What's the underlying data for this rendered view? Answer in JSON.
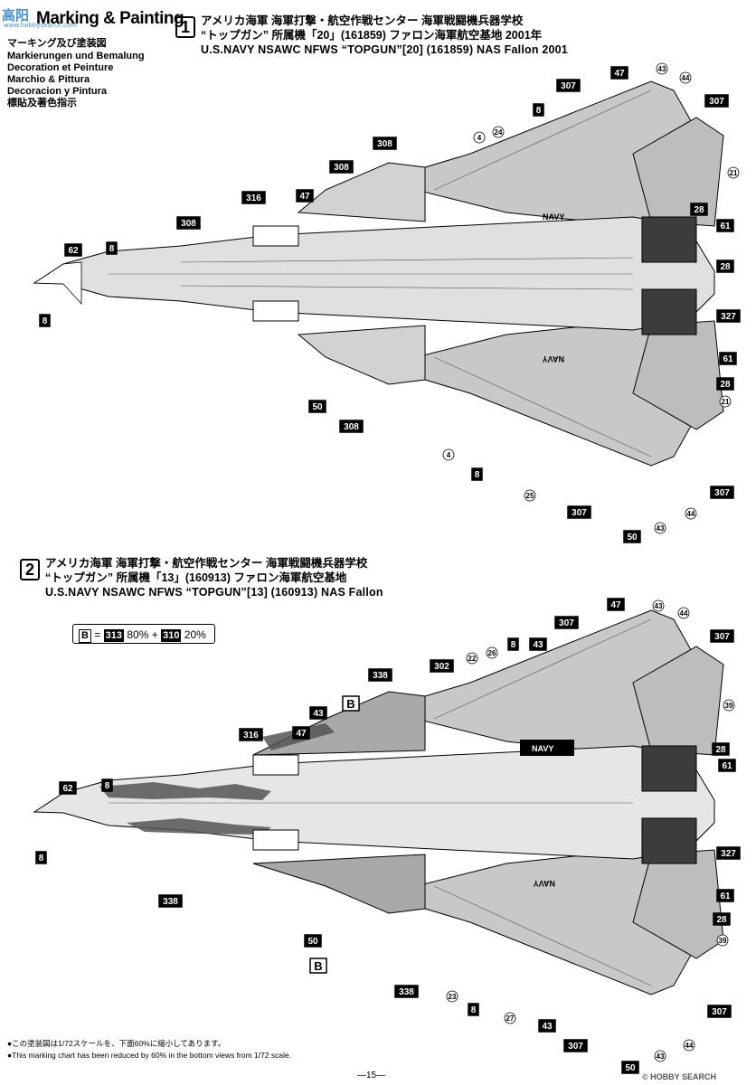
{
  "watermark": {
    "top": "高阳",
    "sub": "www.hobbysearch.com"
  },
  "page_title": "Marking & Painting",
  "subtitles": [
    "マーキング及び塗装図",
    "Markierungen und Bemalung",
    "Decoration et Peinture",
    "Marchio & Pittura",
    "Decoracion y Pintura",
    "標貼及著色指示"
  ],
  "scheme1": {
    "number": "1",
    "jp_line1": "アメリカ海軍 海軍打撃・航空作戦センター 海軍戦闘機兵器学校",
    "jp_line2": "“トップガン” 所属機「20」(161859) ファロン海軍航空基地 2001年",
    "en_line": "U.S.NAVY NSAWC NFWS “TOPGUN”[20] (161859) NAS Fallon 2001",
    "labels": [
      {
        "t": "47",
        "box": true
      },
      {
        "t": "43"
      },
      {
        "t": "44"
      },
      {
        "t": "307",
        "box": true
      },
      {
        "t": "8",
        "box": true
      },
      {
        "t": "307",
        "box": true
      },
      {
        "t": "24"
      },
      {
        "t": "4"
      },
      {
        "t": "308",
        "box": true
      },
      {
        "t": "308",
        "box": true
      },
      {
        "t": "21"
      },
      {
        "t": "47",
        "box": true
      },
      {
        "t": "316",
        "box": true
      },
      {
        "t": "28",
        "box": true
      },
      {
        "t": "61",
        "box": true
      },
      {
        "t": "308",
        "box": true
      },
      {
        "t": "62",
        "box": true
      },
      {
        "t": "8",
        "box": true
      },
      {
        "t": "28",
        "box": true
      },
      {
        "t": "8",
        "box": true
      },
      {
        "t": "327",
        "box": true
      },
      {
        "t": "61",
        "box": true
      },
      {
        "t": "28",
        "box": true
      },
      {
        "t": "21"
      },
      {
        "t": "50",
        "box": true
      },
      {
        "t": "308",
        "box": true
      },
      {
        "t": "4"
      },
      {
        "t": "8",
        "box": true
      },
      {
        "t": "25"
      },
      {
        "t": "307",
        "box": true
      },
      {
        "t": "307",
        "box": true
      },
      {
        "t": "44"
      },
      {
        "t": "43"
      },
      {
        "t": "50",
        "box": true
      }
    ],
    "navy_text": "NAVY"
  },
  "scheme2": {
    "number": "2",
    "jp_line1": "アメリカ海軍 海軍打撃・航空作戦センター 海軍戦闘機兵器学校",
    "jp_line2": "“トップガン” 所属機「13」(160913) ファロン海軍航空基地",
    "en_line": "U.S.NAVY NSAWC NFWS “TOPGUN”[13] (160913) NAS Fallon",
    "formula": {
      "letter": "B",
      "eq": "=",
      "c1": "313",
      "p1": "80%",
      "plus": "+",
      "c2": "310",
      "p2": "20%"
    },
    "labels": [
      {
        "t": "47",
        "box": true
      },
      {
        "t": "43"
      },
      {
        "t": "44"
      },
      {
        "t": "307",
        "box": true
      },
      {
        "t": "307",
        "box": true
      },
      {
        "t": "8",
        "box": true
      },
      {
        "t": "43",
        "box": true
      },
      {
        "t": "302",
        "box": true
      },
      {
        "t": "22"
      },
      {
        "t": "26"
      },
      {
        "t": "338",
        "box": true
      },
      {
        "t": "B",
        "box": true,
        "big": true
      },
      {
        "t": "43",
        "box": true
      },
      {
        "t": "39"
      },
      {
        "t": "316",
        "box": true
      },
      {
        "t": "47",
        "box": true
      },
      {
        "t": "28",
        "box": true
      },
      {
        "t": "61",
        "box": true
      },
      {
        "t": "62",
        "box": true
      },
      {
        "t": "8",
        "box": true
      },
      {
        "t": "8",
        "box": true
      },
      {
        "t": "327",
        "box": true
      },
      {
        "t": "338",
        "box": true
      },
      {
        "t": "61",
        "box": true
      },
      {
        "t": "28",
        "box": true
      },
      {
        "t": "39"
      },
      {
        "t": "50",
        "box": true
      },
      {
        "t": "B",
        "box": true,
        "big": true
      },
      {
        "t": "338",
        "box": true
      },
      {
        "t": "23"
      },
      {
        "t": "8",
        "box": true
      },
      {
        "t": "27"
      },
      {
        "t": "43",
        "box": true
      },
      {
        "t": "307",
        "box": true
      },
      {
        "t": "307",
        "box": true
      },
      {
        "t": "44"
      },
      {
        "t": "43"
      },
      {
        "t": "50",
        "box": true
      }
    ],
    "navy_text": "NAVY"
  },
  "notes": {
    "jp": "●この塗装図は1/72スケールを、下面60%に縮小してあります。",
    "en": "●This marking chart has been reduced by 60% in the bottom views from 1/72 scale."
  },
  "page_number": "—15—",
  "footer_watermark": "© HOBBY SEARCH"
}
